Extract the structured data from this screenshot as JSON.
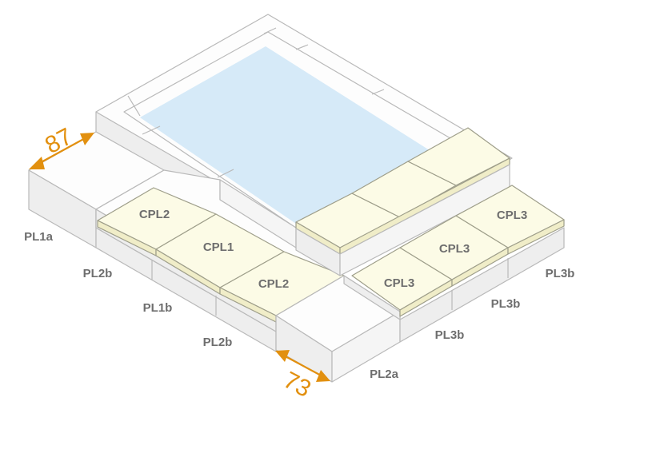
{
  "dimensions": {
    "width_a": "87",
    "width_b": "73"
  },
  "labels": {
    "pl1a": "PL1a",
    "pl2b_upper": "PL2b",
    "pl1b": "PL1b",
    "pl2b_lower": "PL2b",
    "pl2a": "PL2a",
    "pl3b_near": "PL3b",
    "pl3b_mid": "PL3b",
    "pl3b_far": "PL3b"
  },
  "caps": {
    "cpl2_upper": "CPL2",
    "cpl1": "CPL1",
    "cpl2_lower": "CPL2",
    "cpl3_near": "CPL3",
    "cpl3_mid": "CPL3",
    "cpl3_far": "CPL3"
  },
  "colors": {
    "water": "#d6eaf8",
    "cap_stone": "#fcfbe6",
    "dimension": "#e2900f",
    "label": "#6e6e6e"
  }
}
